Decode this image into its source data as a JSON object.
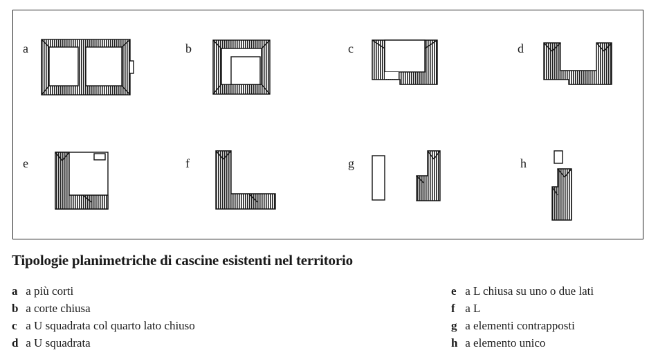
{
  "figure": {
    "labels": [
      "a",
      "b",
      "c",
      "d",
      "e",
      "f",
      "g",
      "h"
    ]
  },
  "caption": {
    "title": "Tipologie planimetriche di cascine esistenti nel territorio"
  },
  "legend": {
    "left": [
      {
        "key": "a",
        "text": "a più corti"
      },
      {
        "key": "b",
        "text": "a corte chiusa"
      },
      {
        "key": "c",
        "text": "a U squadrata col quarto lato chiuso"
      },
      {
        "key": "d",
        "text": "a U squadrata"
      }
    ],
    "right": [
      {
        "key": "e",
        "text": "a L chiusa su uno o due lati"
      },
      {
        "key": "f",
        "text": "a L"
      },
      {
        "key": "g",
        "text": "a elementi contrapposti"
      },
      {
        "key": "h",
        "text": "a elemento unico"
      }
    ]
  }
}
